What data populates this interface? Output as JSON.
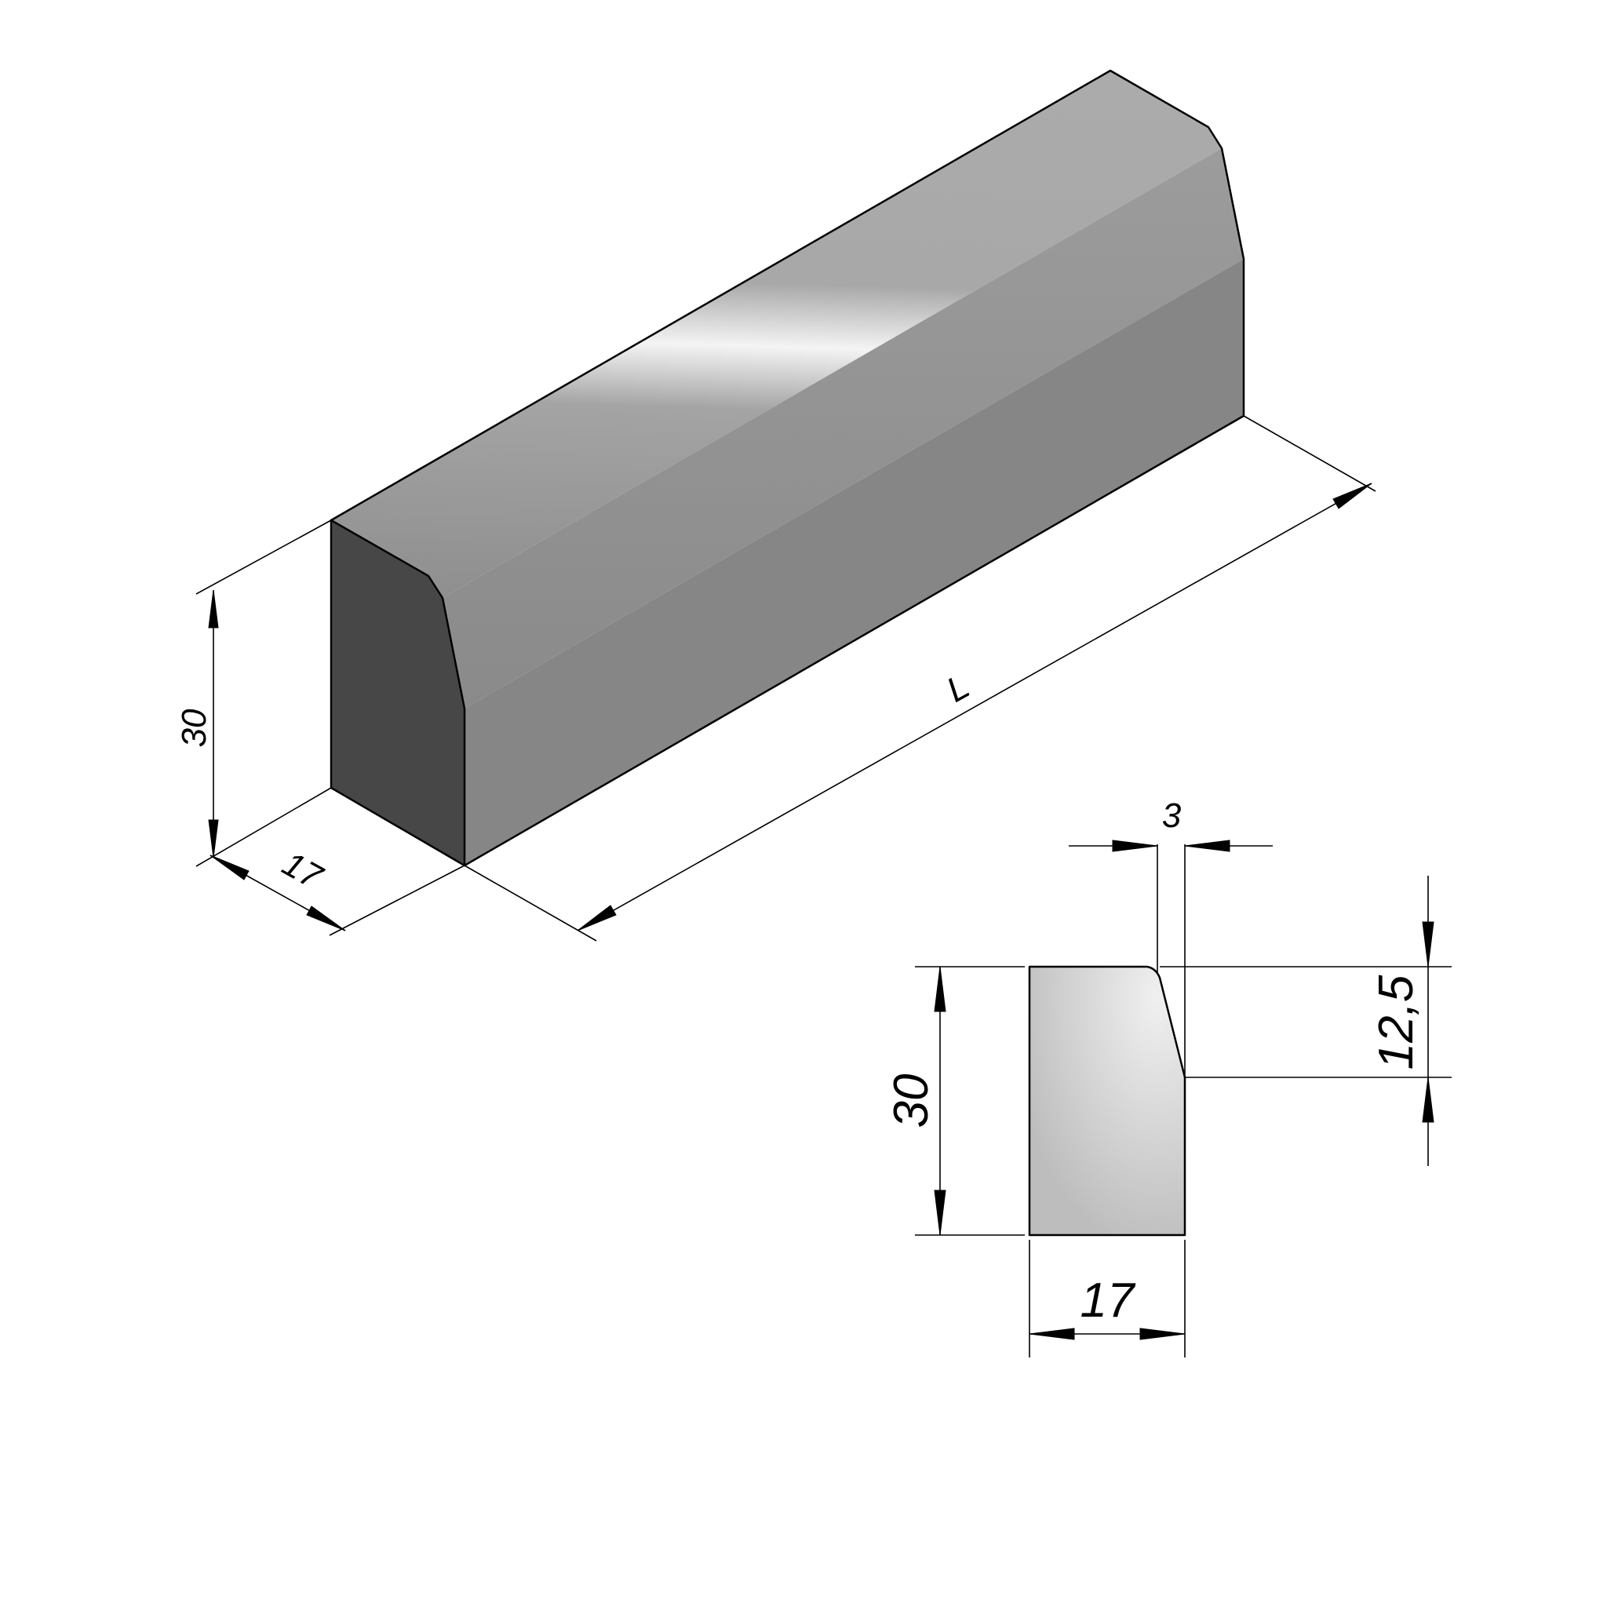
{
  "isometric_view": {
    "height_label": "30",
    "width_label": "17",
    "length_label": "L"
  },
  "section_view": {
    "bevel_offset_label": "3",
    "bevel_height_label": "12,5",
    "height_label": "30",
    "width_label": "17"
  },
  "colors": {
    "end_face": "#474747",
    "front_face": "#868686",
    "top_face": "#a3a3a3",
    "highlight": "#f4f4f4",
    "section_light": "#f0f0f0",
    "section_dark": "#bdbdbd"
  }
}
